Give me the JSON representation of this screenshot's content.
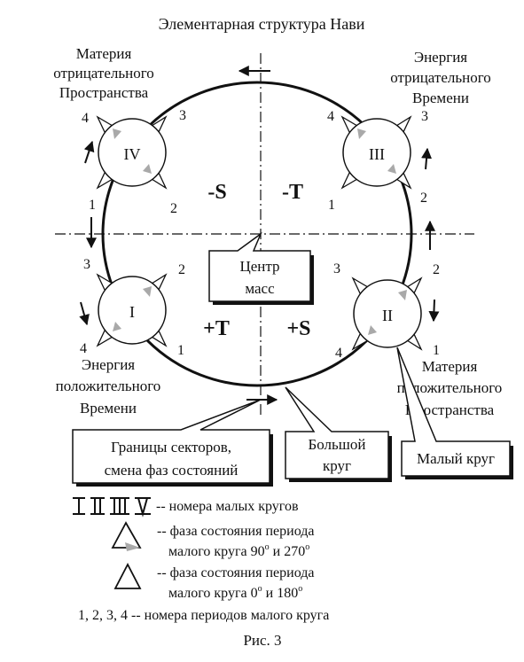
{
  "title": "Элементарная структура Нави",
  "quadrants": {
    "top_left": [
      "Материя",
      "отрицательного",
      "Пространства"
    ],
    "top_right": [
      "Энергия",
      "отрицательного",
      "Времени"
    ],
    "bottom_left": [
      "Энергия",
      "положительного",
      "Времени"
    ],
    "bottom_right": [
      "Материя",
      "положительного",
      "Пространства"
    ]
  },
  "sectors": {
    "neg_s": "-S",
    "neg_t": "-T",
    "pos_t": "+T",
    "pos_s": "+S"
  },
  "small_circles": [
    {
      "numeral": "IV",
      "periods": [
        "4",
        "3",
        "1",
        "2"
      ]
    },
    {
      "numeral": "III",
      "periods": [
        "4",
        "3",
        "1",
        "2"
      ]
    },
    {
      "numeral": "I",
      "periods": [
        "3",
        "2",
        "4",
        "1"
      ]
    },
    {
      "numeral": "II",
      "periods": [
        "3",
        "2",
        "4",
        "1"
      ]
    }
  ],
  "callouts": {
    "center": [
      "Центр",
      "масс"
    ],
    "borders": [
      "Границы секторов,",
      "смена фаз состояний"
    ],
    "big_circle": [
      "Большой",
      "круг"
    ],
    "small_circle": [
      "Малый круг"
    ]
  },
  "legend": {
    "numerals_text": "-- номера малых кругов",
    "shaded_text": [
      "-- фаза состояния периода",
      "малого круга 90",
      "o",
      " и 270",
      "o"
    ],
    "plain_text": [
      "-- фаза состояния периода",
      "малого круга 0",
      "o",
      " и 180",
      "o"
    ],
    "periods_text": "1, 2, 3, 4  -- номера периодов малого круга"
  },
  "caption": "Рис. 3",
  "colors": {
    "line": "#111111",
    "shade": "#a9a9a9"
  }
}
